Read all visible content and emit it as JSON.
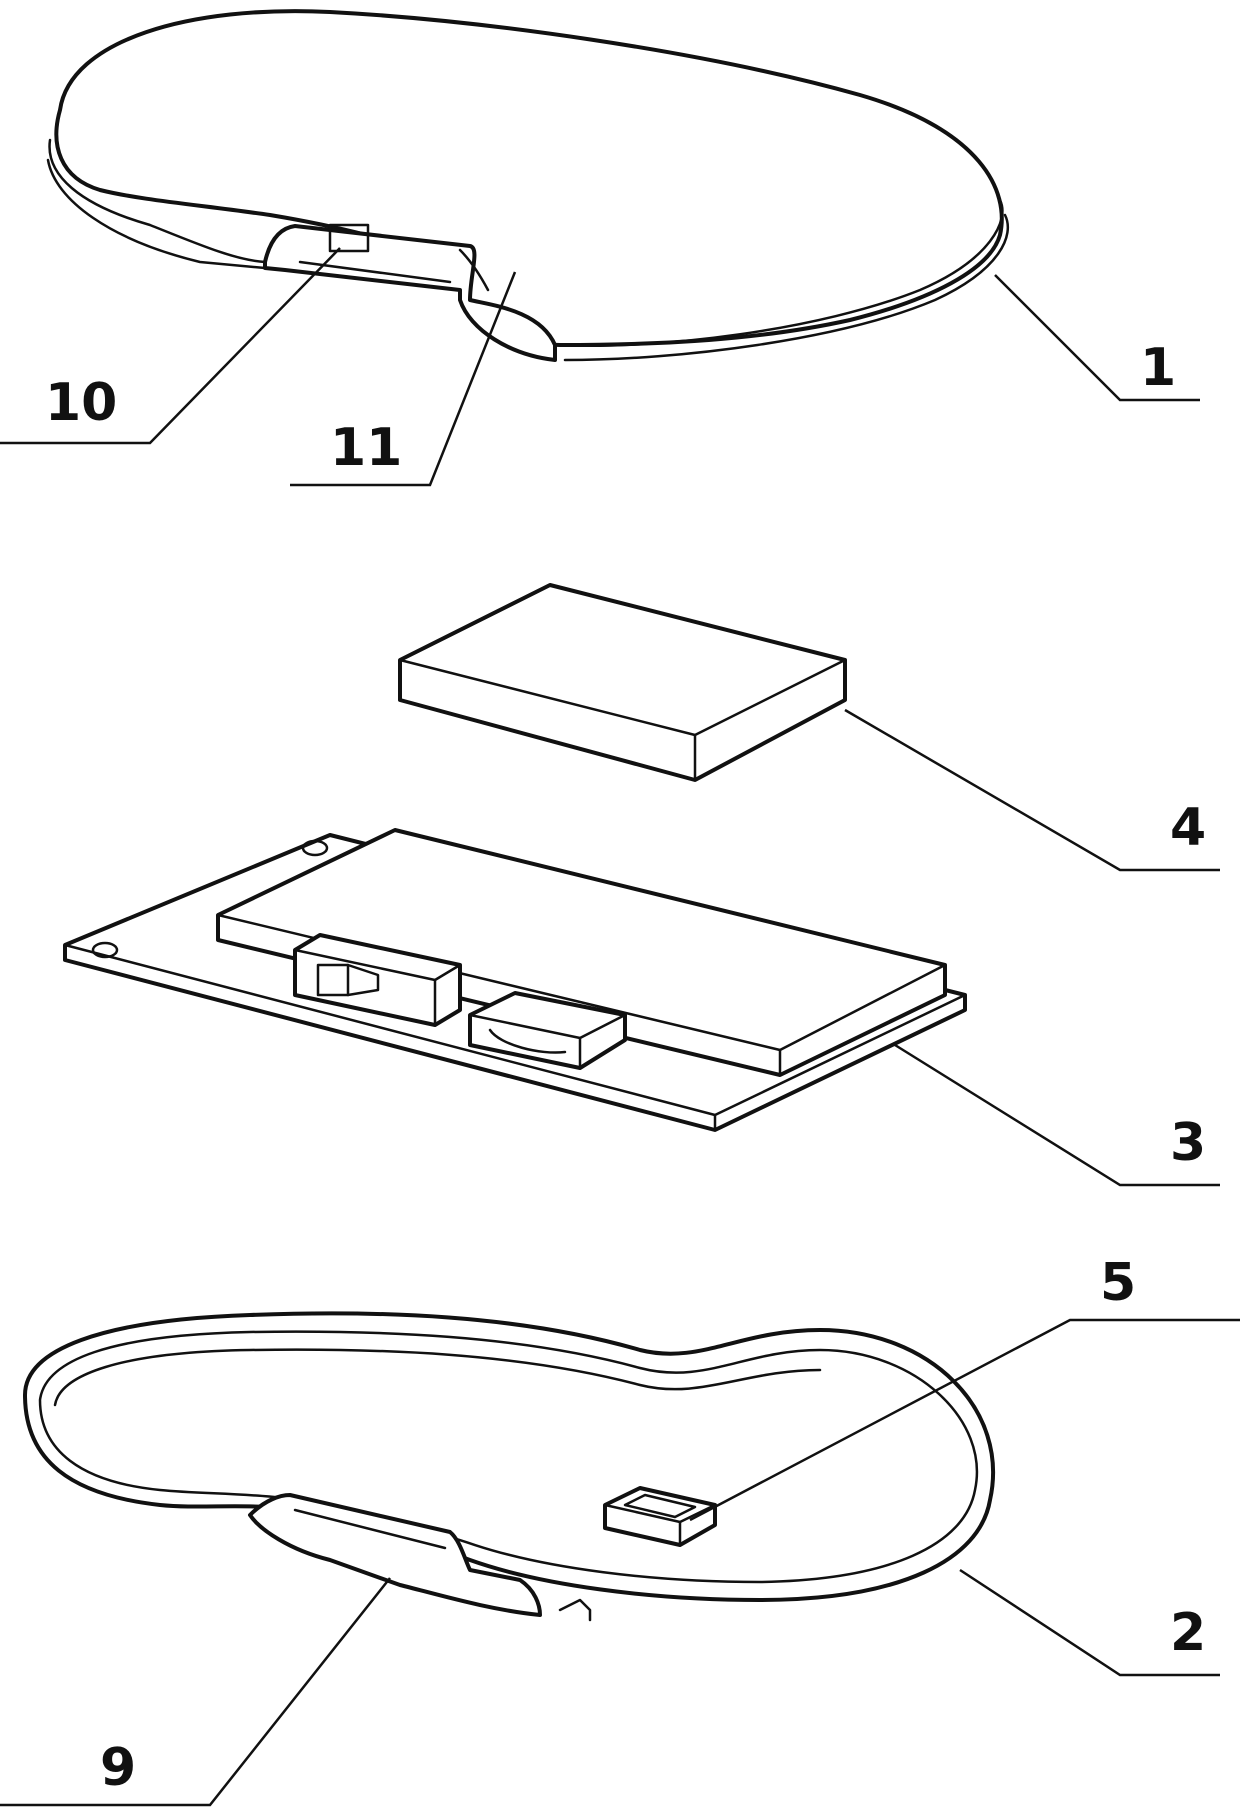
{
  "figure": {
    "labels": {
      "top_cover": "1",
      "bottom_shell": "2",
      "circuit_board": "3",
      "battery": "4",
      "post": "5",
      "notch": "9",
      "switch_window": "10",
      "port_opening": "11"
    }
  }
}
